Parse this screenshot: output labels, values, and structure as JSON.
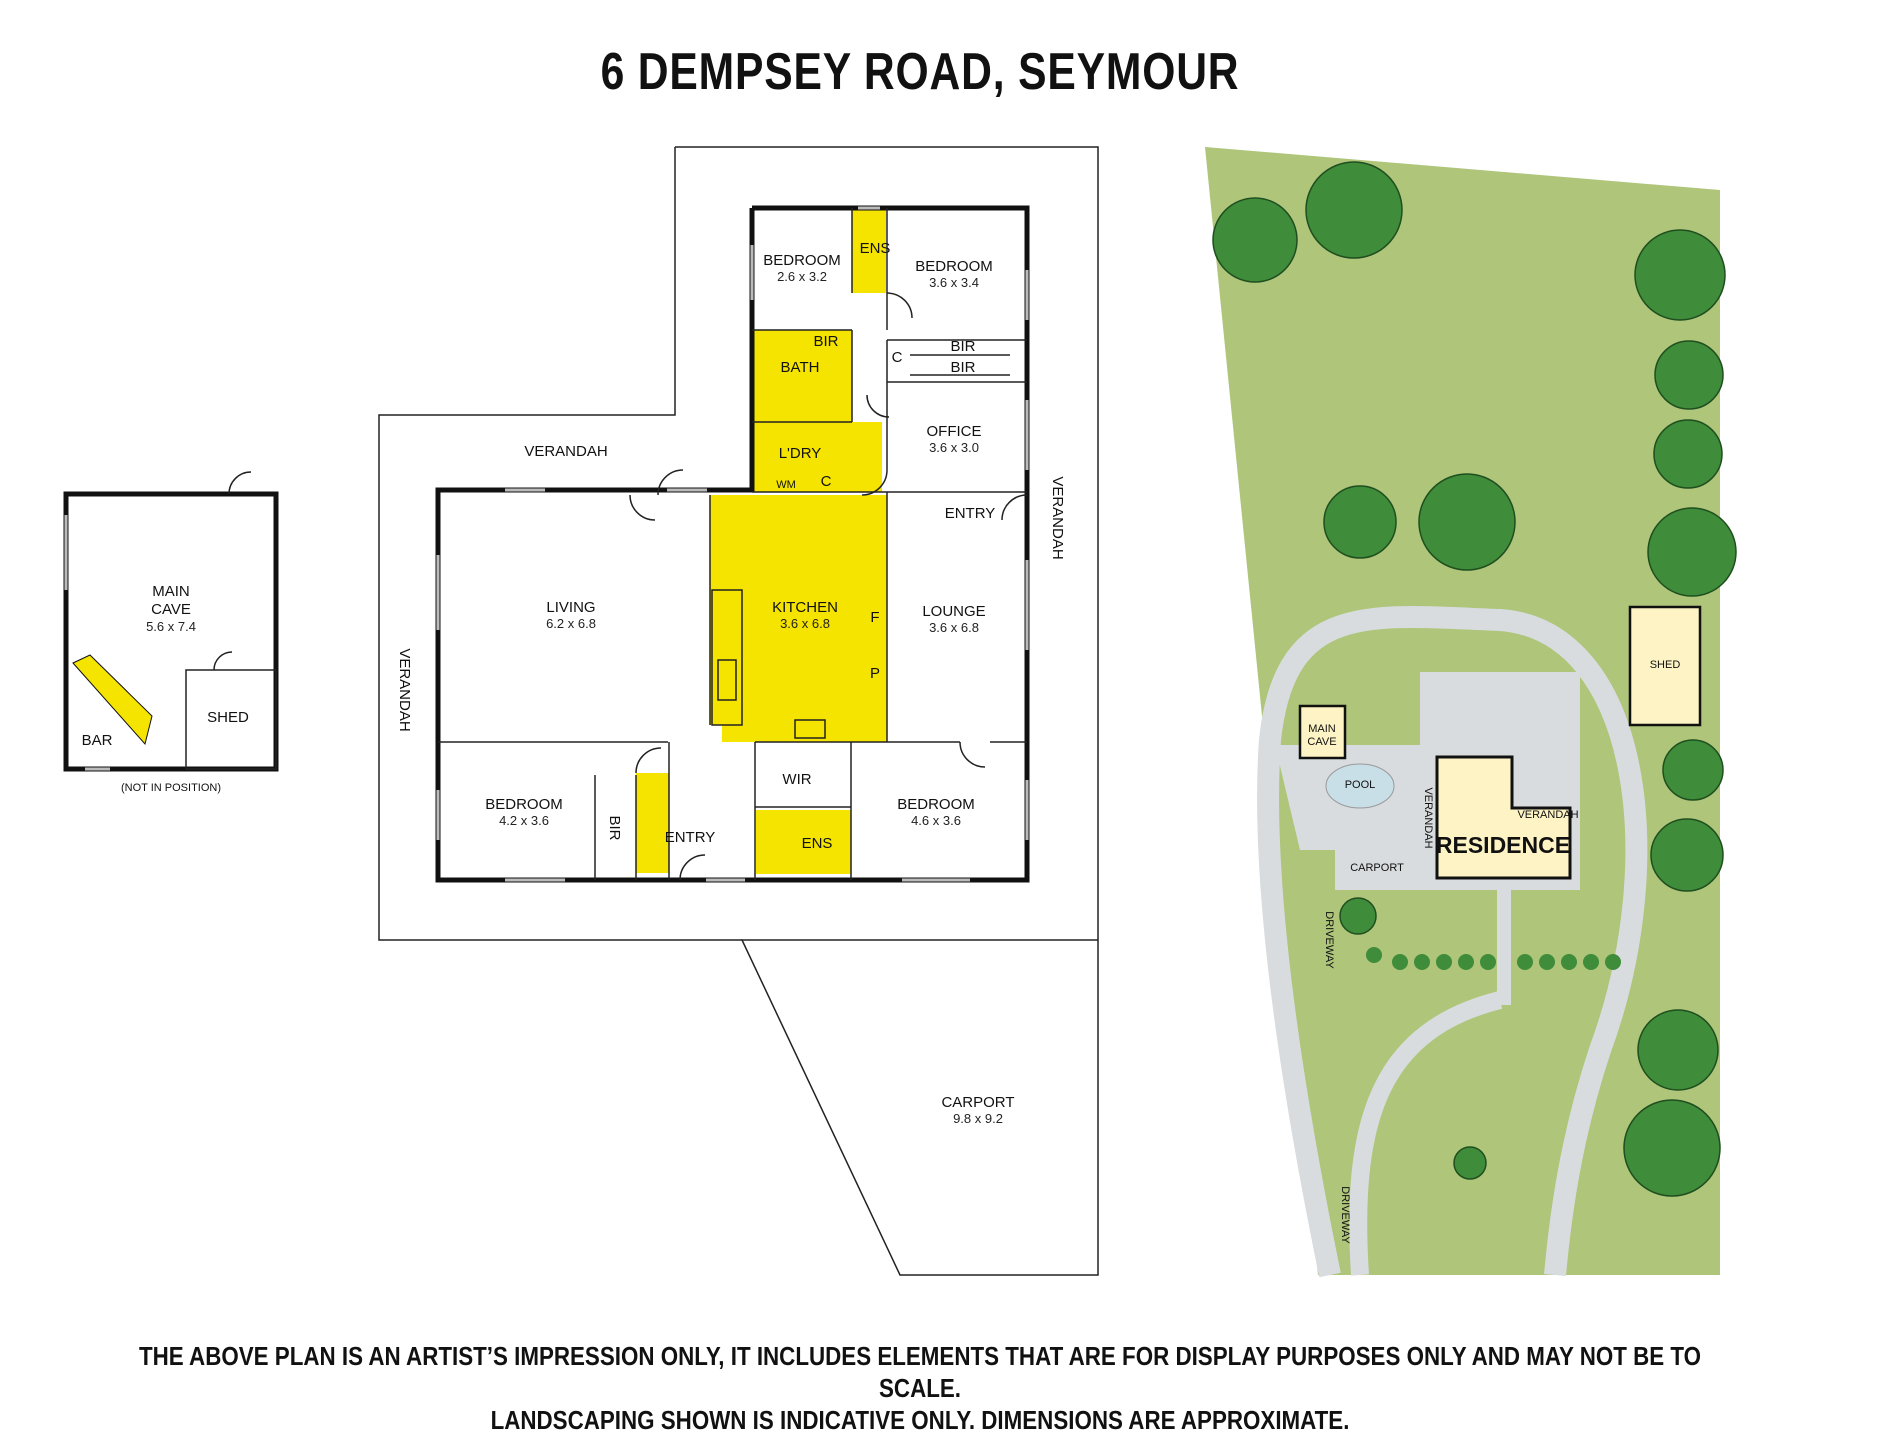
{
  "title": "6 DEMPSEY ROAD, SEYMOUR",
  "disclaimer": {
    "line1": "THE ABOVE PLAN IS AN ARTIST’S IMPRESSION ONLY, IT INCLUDES ELEMENTS THAT ARE FOR DISPLAY PURPOSES ONLY AND MAY NOT BE TO SCALE.",
    "line2": "LANDSCAPING SHOWN IS INDICATIVE ONLY. DIMENSIONS ARE APPROXIMATE."
  },
  "outbuilding": {
    "main_cave": {
      "name": "MAIN",
      "name2": "CAVE",
      "dims": "5.6 x 7.4"
    },
    "bar": "BAR",
    "shed": "SHED",
    "note": "(NOT IN POSITION)"
  },
  "house": {
    "bedroom_nw": {
      "name": "BEDROOM",
      "dims": "2.6 x 3.2"
    },
    "bedroom_ne": {
      "name": "BEDROOM",
      "dims": "3.6 x 3.4"
    },
    "ens_top": "ENS",
    "bir_a": "BIR",
    "bir_b": "BIR",
    "bir_c": "BIR",
    "c_closet": "C",
    "bath": "BATH",
    "office": {
      "name": "OFFICE",
      "dims": "3.6 x 3.0"
    },
    "laundry": "L'DRY",
    "wm": "WM",
    "c_laundry": "C",
    "verandah_top": "VERANDAH",
    "verandah_right": "VERANDAH",
    "verandah_left": "VERANDAH",
    "entry_east": "ENTRY",
    "living": {
      "name": "LIVING",
      "dims": "6.2 x 6.8"
    },
    "kitchen": {
      "name": "KITCHEN",
      "dims": "3.6 x 6.8"
    },
    "fridge": "F",
    "pantry": "P",
    "lounge": {
      "name": "LOUNGE",
      "dims": "3.6 x 6.8"
    },
    "bedroom_sw": {
      "name": "BEDROOM",
      "dims": "4.2 x 3.6"
    },
    "bir_sw": "BIR",
    "entry_south": "ENTRY",
    "wir": "WIR",
    "ens_bottom": "ENS",
    "bedroom_se": {
      "name": "BEDROOM",
      "dims": "4.6 x 3.6"
    },
    "carport": {
      "name": "CARPORT",
      "dims": "9.8 x 9.2"
    }
  },
  "site": {
    "residence": "RESIDENCE",
    "verandah_a": "VERANDAH",
    "verandah_b": "VERANDAH",
    "main_cave": "MAIN",
    "main_cave2": "CAVE",
    "pool": "POOL",
    "carport": "CARPORT",
    "shed": "SHED",
    "driveway_a": "DRIVEWAY",
    "driveway_b": "DRIVEWAY"
  },
  "colors": {
    "wet_area": "#f5e400",
    "lawn": "#aec57a",
    "path": "#d8dcde",
    "tree": "#3f8c3a",
    "residence_fill": "#fdf3c4",
    "shed_fill": "#fdf3c4"
  }
}
